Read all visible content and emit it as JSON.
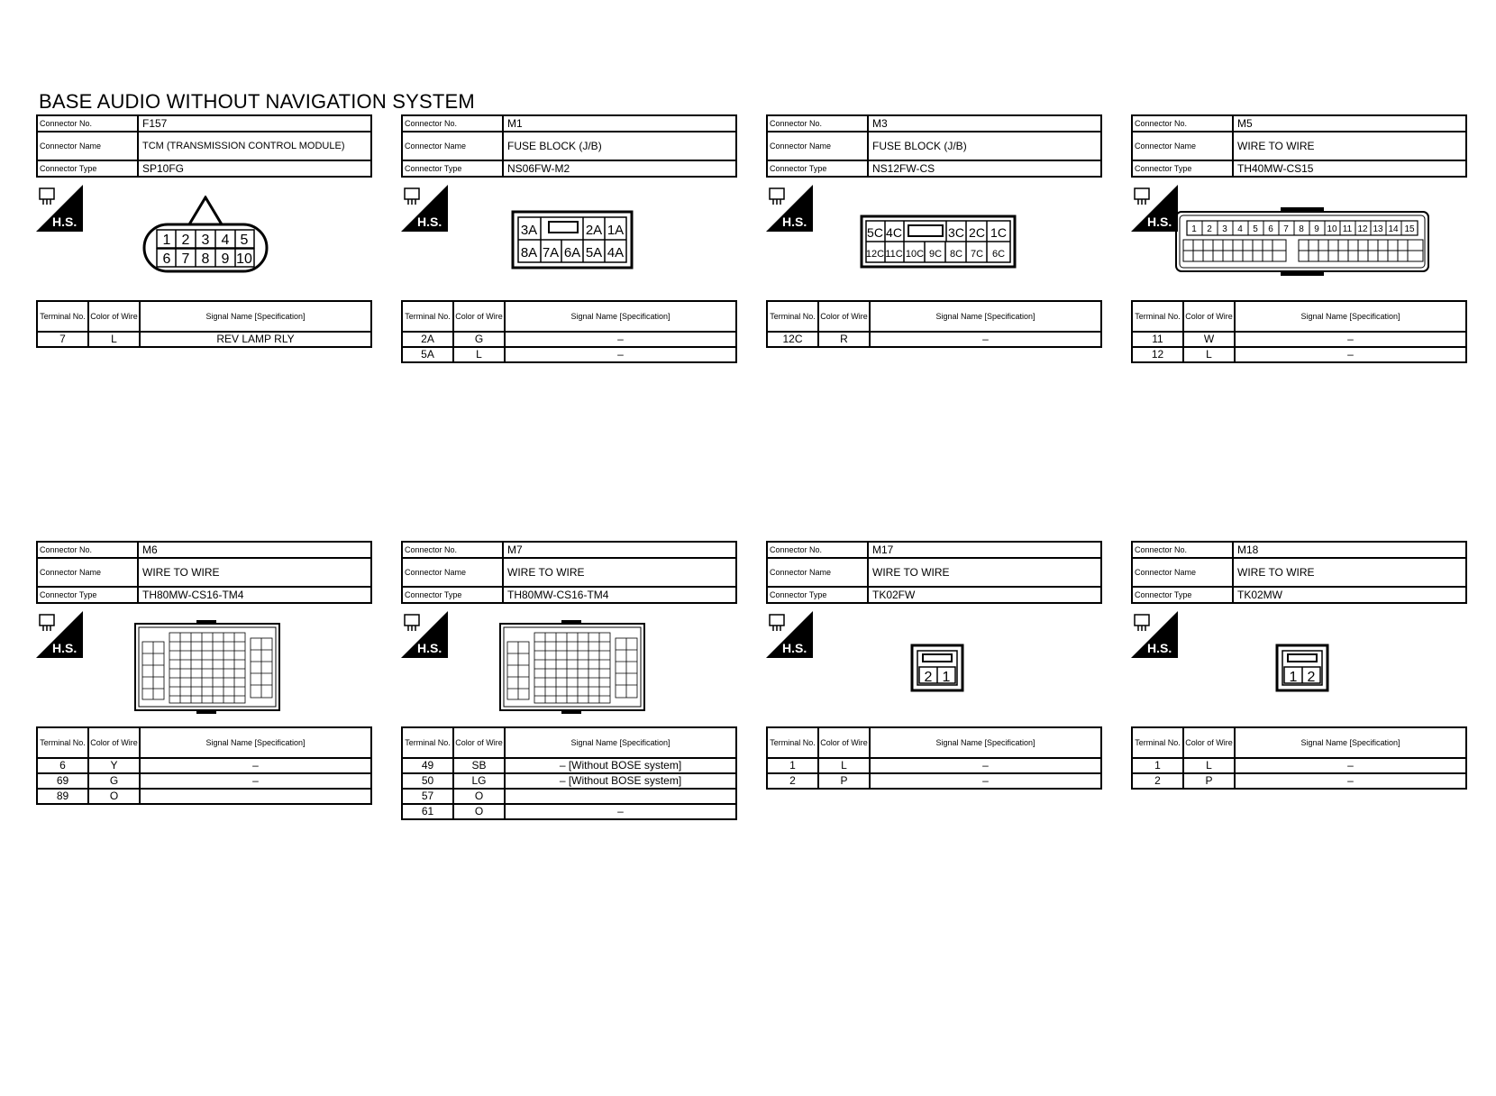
{
  "page_title": "BASE AUDIO WITHOUT NAVIGATION SYSTEM",
  "labels": {
    "connector_no": "Connector No.",
    "connector_name": "Connector Name",
    "connector_type": "Connector Type",
    "terminal_no": "Terminal No.",
    "color_of_wire": "Color of Wire",
    "signal_name": "Signal Name [Specification]",
    "hs": "H.S."
  },
  "connectors": [
    {
      "no": "F157",
      "name": "TCM (TRANSMISSION CONTROL MODULE)",
      "type": "SP10FG",
      "pins": [
        "1",
        "2",
        "3",
        "4",
        "5",
        "6",
        "7",
        "8",
        "9",
        "10"
      ],
      "rows": [
        {
          "terminal": "7",
          "color": "L",
          "signal": "REV LAMP RLY"
        }
      ]
    },
    {
      "no": "M1",
      "name": "FUSE BLOCK (J/B)",
      "type": "NS06FW-M2",
      "pins": [
        "3A",
        "2A",
        "1A",
        "8A",
        "7A",
        "6A",
        "5A",
        "4A"
      ],
      "rows": [
        {
          "terminal": "2A",
          "color": "G",
          "signal": "–"
        },
        {
          "terminal": "5A",
          "color": "L",
          "signal": "–"
        }
      ]
    },
    {
      "no": "M3",
      "name": "FUSE BLOCK (J/B)",
      "type": "NS12FW-CS",
      "pins": [
        "5C",
        "4C",
        "3C",
        "2C",
        "1C",
        "12C",
        "11C",
        "10C",
        "9C",
        "8C",
        "7C",
        "6C"
      ],
      "rows": [
        {
          "terminal": "12C",
          "color": "R",
          "signal": "–"
        }
      ]
    },
    {
      "no": "M5",
      "name": "WIRE TO WIRE",
      "type": "TH40MW-CS15",
      "pins": [
        "1",
        "2",
        "3",
        "4",
        "5",
        "6",
        "7",
        "8",
        "9",
        "10",
        "11",
        "12",
        "13",
        "14",
        "15"
      ],
      "rows": [
        {
          "terminal": "11",
          "color": "W",
          "signal": "–"
        },
        {
          "terminal": "12",
          "color": "L",
          "signal": "–"
        }
      ]
    },
    {
      "no": "M6",
      "name": "WIRE TO WIRE",
      "type": "TH80MW-CS16-TM4",
      "rows": [
        {
          "terminal": "6",
          "color": "Y",
          "signal": "–"
        },
        {
          "terminal": "69",
          "color": "G",
          "signal": "–"
        },
        {
          "terminal": "89",
          "color": "O",
          "signal": ""
        }
      ]
    },
    {
      "no": "M7",
      "name": "WIRE TO WIRE",
      "type": "TH80MW-CS16-TM4",
      "rows": [
        {
          "terminal": "49",
          "color": "SB",
          "signal": "– [Without BOSE system]"
        },
        {
          "terminal": "50",
          "color": "LG",
          "signal": "– [Without BOSE system]"
        },
        {
          "terminal": "57",
          "color": "O",
          "signal": ""
        },
        {
          "terminal": "61",
          "color": "O",
          "signal": "–"
        }
      ]
    },
    {
      "no": "M17",
      "name": "WIRE TO WIRE",
      "type": "TK02FW",
      "pins": [
        "2",
        "1"
      ],
      "rows": [
        {
          "terminal": "1",
          "color": "L",
          "signal": "–"
        },
        {
          "terminal": "2",
          "color": "P",
          "signal": "–"
        }
      ]
    },
    {
      "no": "M18",
      "name": "WIRE TO WIRE",
      "type": "TK02MW",
      "pins": [
        "1",
        "2"
      ],
      "rows": [
        {
          "terminal": "1",
          "color": "L",
          "signal": "–"
        },
        {
          "terminal": "2",
          "color": "P",
          "signal": "–"
        }
      ]
    }
  ]
}
